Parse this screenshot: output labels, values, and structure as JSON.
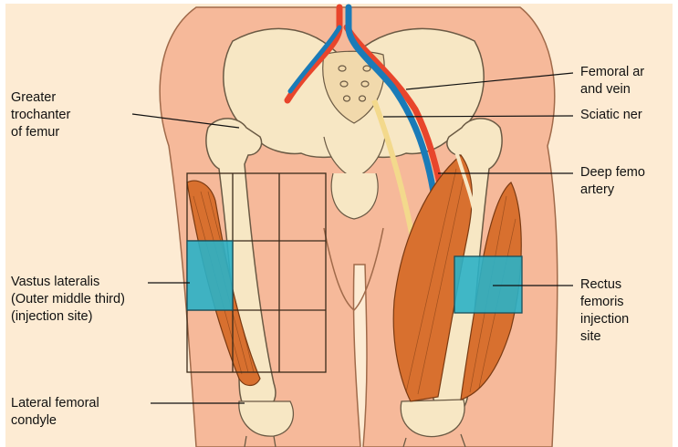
{
  "labels": {
    "greater_trochanter": "Greater\ntrochanter\nof femur",
    "vastus_lateralis": "Vastus lateralis\n(Outer middle third)\n(injection site)",
    "lateral_condyle": "Lateral femoral\ncondyle",
    "femoral_artery_vein": "Femoral ar\nand vein",
    "sciatic_nerve": "Sciatic ner",
    "deep_femoral_artery": "Deep femo\nartery",
    "rectus_femoris": "Rectus\nfemoris\ninjection\nsite"
  },
  "colors": {
    "background_panel": "#fdebd3",
    "skin": "#f6b99a",
    "bone": "#f7e7c4",
    "artery": "#e8452c",
    "vein": "#1a7bb8",
    "nerve": "#f3d98c",
    "muscle": "#d8702f",
    "injection_site": "#2bb1c7"
  }
}
